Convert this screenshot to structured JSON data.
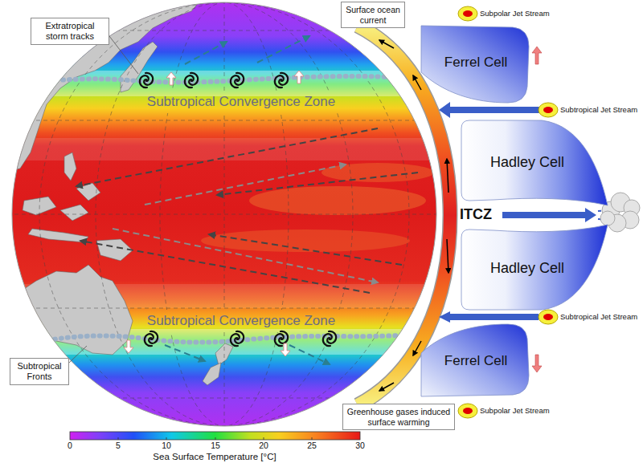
{
  "diagram": {
    "nodes": [
      {
        "text": [
          "Extratropical storm tracks"
        ]
      },
      {
        "text": [
          "Surface ocean current"
        ]
      },
      {
        "text": [
          "Ferrel Cell"
        ]
      },
      {
        "text": [
          "Hadley Cell"
        ]
      },
      {
        "text": [
          "Hadley Cell"
        ]
      },
      {
        "text": [
          "Ferrel Cell"
        ]
      },
      {
        "text": [
          "Subtropical Fronts"
        ]
      },
      {
        "text": [
          "Greenhouse gases induced surface warming"
        ]
      }
    ],
    "labels": [
      "Subpolar Jet Stream",
      "Subtropical Convergence Zone",
      "Subtropical Jet Stream",
      "ITCZ",
      "Subtropical Jet Stream",
      "Subtropical Convergence Zone",
      "Subpolar Jet Stream",
      "0",
      "5",
      "10",
      "15",
      "20",
      "25",
      "30",
      "Sea Surface Temperature [°C]"
    ]
  }
}
